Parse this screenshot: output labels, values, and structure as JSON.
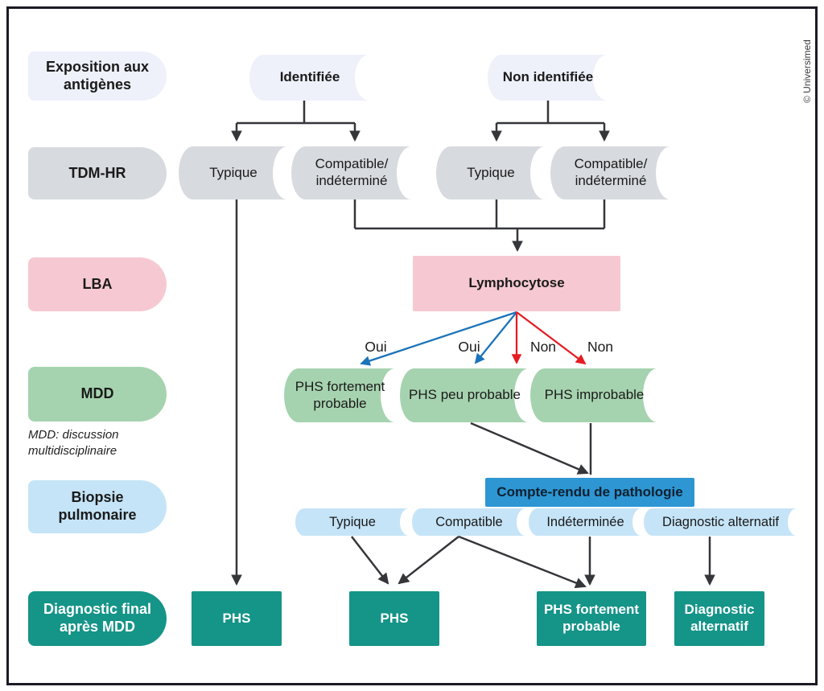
{
  "palette": {
    "lavender": "#eef0fa",
    "gray": "#d7dade",
    "pink": "#f6c9d2",
    "green": "#a6d3af",
    "lightblue": "#c5e4f7",
    "blueheader": "#2e96d3",
    "teal": "#159488",
    "arrow-dark": "#35363a",
    "arrow-blue": "#1b74bb",
    "arrow-red": "#e51d23",
    "frame": "#1b1b24",
    "text-dark": "#1a1a1a",
    "header-text": "#0d2030"
  },
  "copyright": "© Universimed",
  "row_labels": {
    "exposition": "Exposition aux\nantigènes",
    "tdm": "TDM-HR",
    "lba": "LBA",
    "mdd": "MDD",
    "mdd_note": "MDD: discussion\nmultidisciplinaire",
    "biopsie": "Biopsie\npulmonaire",
    "final": "Diagnostic final\naprès MDD"
  },
  "exposition_row": {
    "identified": "Identifiée",
    "not_identified": "Non identifiée"
  },
  "tdm_row": {
    "typical_1": "Typique",
    "compatible_1": "Compatible/\nindéterminé",
    "typical_2": "Typique",
    "compatible_2": "Compatible/\nindéterminé"
  },
  "lba_row": {
    "lymphocytosis": "Lymphocytose"
  },
  "branch_labels": {
    "oui_1": "Oui",
    "oui_2": "Oui",
    "non_1": "Non",
    "non_2": "Non"
  },
  "mdd_row": {
    "strong": "PHS fortement\nprobable",
    "unlikely": "PHS peu probable",
    "improbable": "PHS improbable"
  },
  "pathology": {
    "header": "Compte-rendu de pathologie",
    "typical": "Typique",
    "compatible": "Compatible",
    "indeterminate": "Indéterminée",
    "alternative": "Diagnostic alternatif"
  },
  "final_row": {
    "phs_1": "PHS",
    "phs_2": "PHS",
    "phs_strong": "PHS fortement\nprobable",
    "alternative": "Diagnostic\nalternatif"
  }
}
